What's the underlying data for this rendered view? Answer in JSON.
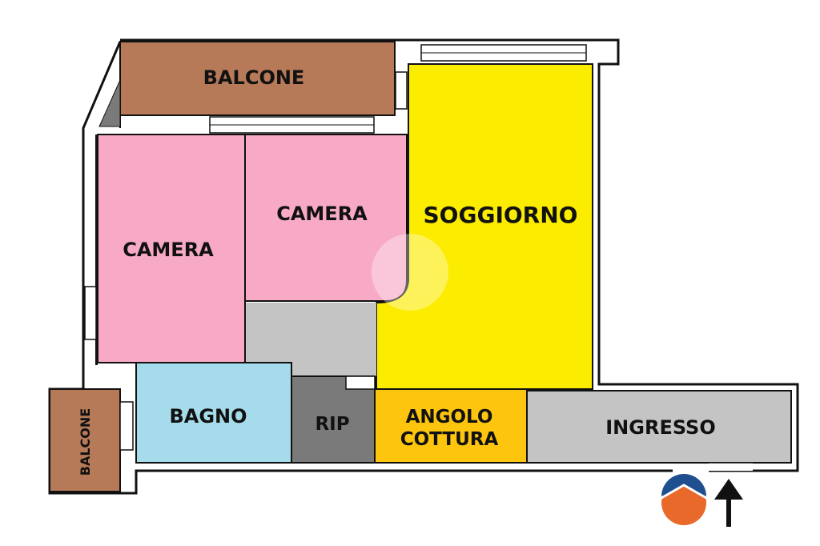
{
  "rooms": {
    "balcone_top": "BALCONE",
    "balcone_left": "BALCONE",
    "camera_left": "CAMERA",
    "camera_mid": "CAMERA",
    "soggiorno": "SOGGIORNO",
    "bagno": "BAGNO",
    "rip": "RIP",
    "angolo_line1": "ANGOLO",
    "angolo_line2": "COTTURA",
    "ingresso": "INGRESSO"
  },
  "colors": {
    "balcone": "#b77a58",
    "camera": "#f7a9c6",
    "soggiorno": "#fcec00",
    "bagno": "#a5dbea",
    "rip": "#7a7a7a",
    "angolo_cottura": "#fdc50e",
    "ingresso": "#c4c4c4",
    "corridor": "#c4c4c4",
    "logo_blue": "#1f4f8f",
    "logo_orange": "#e8692a"
  },
  "icons": {
    "entrance": "up-arrow-icon",
    "logo": "agency-logo-icon"
  }
}
